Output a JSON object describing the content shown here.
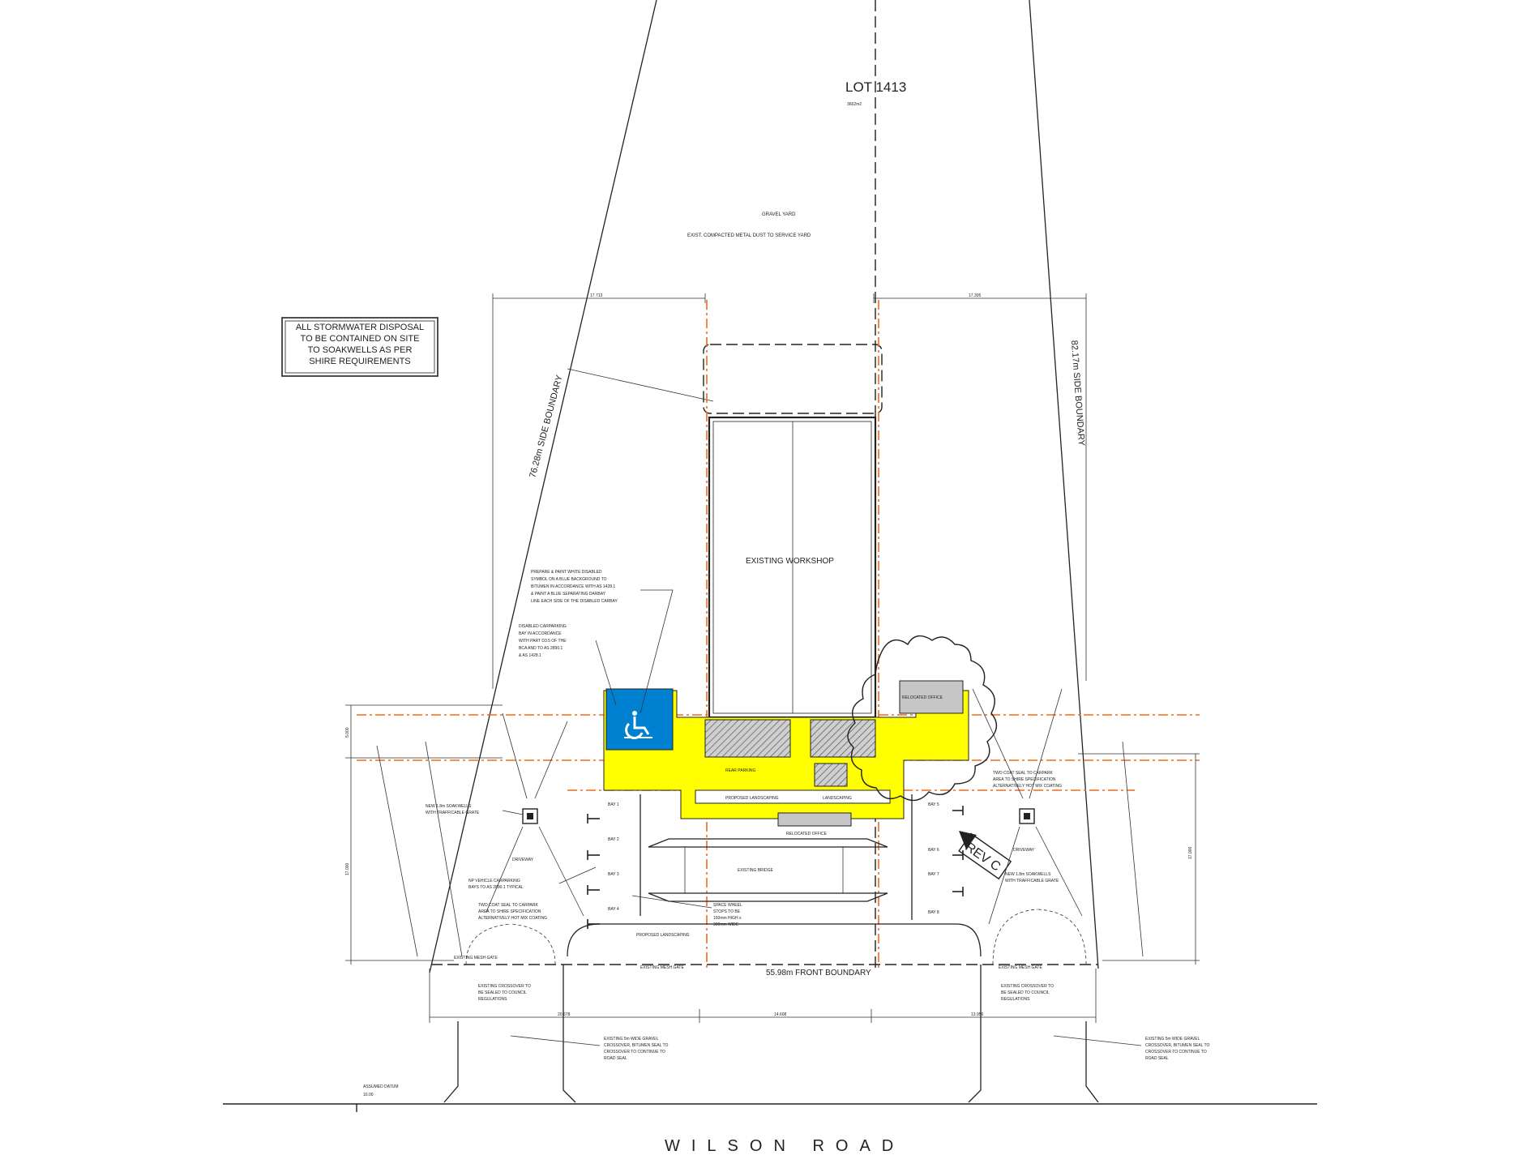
{
  "lot": {
    "number": "LOT 1413",
    "area": "3662m2"
  },
  "yard": {
    "title": "GRAVEL YARD",
    "note": "EXIST. COMPACTED METAL DUST TO SERVICE YARD"
  },
  "stormwater_note": [
    "ALL STORMWATER DISPOSAL",
    "TO BE CONTAINED ON SITE",
    "TO SOAKWELLS AS PER",
    "SHIRE REQUIREMENTS"
  ],
  "workshop": {
    "label": "EXISTING WORKSHOP"
  },
  "boundaries": {
    "west": "76.28m SIDE BOUNDARY",
    "east": "82.17m SIDE BOUNDARY",
    "front": "55.98m FRONT BOUNDARY"
  },
  "road": "WILSON ROAD",
  "rev_tag": "REV C",
  "parking_bays_left": [
    "BAY 1",
    "BAY 2",
    "BAY 3",
    "BAY 4"
  ],
  "parking_bays_right": [
    "BAY 5",
    "BAY 6",
    "BAY 7",
    "BAY 8"
  ],
  "driveway": "DRIVEWAY",
  "labels": {
    "relocated_office": "RELOCATED OFFICE",
    "existing_bridge": "EXISTING BRIDGE",
    "rear_parking": "REAR PARKING",
    "proposed_landscaping": "PROPOSED LANDSCAPING",
    "existing_mesh_gates": "EXISTING MESH GATE",
    "wheel_stops": [
      "SPACE WHEEL",
      "STOPS TO BE",
      "150mm HIGH x",
      "300mm WIDE"
    ]
  },
  "notes": {
    "disabled_symbol": [
      "PREPARE & PAINT WHITE DISABLED",
      "SYMBOL ON A BLUE BACKGROUND TO",
      "BITUMEN IN ACCORDANCE WITH AS 1428.1",
      "& PAINT A BLUE SEPARATING DARBAY",
      "LINE EACH SIDE OF THE DISABLED CARBAY"
    ],
    "disabled_bay": [
      "DISABLED CARPARKING",
      "BAY IN ACCORDANCE",
      "WITH PART D3.5 OF THE",
      "BCA AND TO AS 2890.1",
      "& AS 1428.1"
    ],
    "soakwells_left": [
      "NEW 1.8m SOAKWELLS",
      "WITH TRAFFICABLE GRATE"
    ],
    "soakwells_right": [
      "NEW 1.8m SOAKWELLS",
      "WITH TRAFFICABLE GRATE"
    ],
    "carparking_bays": [
      "NP VEHICLE CARPARKING",
      "BAYS TO AS 2890.1 TYPICAL"
    ],
    "seal_left": [
      "TWO COAT SEAL TO CARPARK",
      "AREA TO SHIRE SPECIFICATION",
      "ALTERNATIVELY HOT MIX COATING"
    ],
    "seal_right": [
      "TWO COAT SEAL TO CARPARK",
      "AREA TO SHIRE SPECIFICATION",
      "ALTERNATIVELY HOT MIX COATING"
    ],
    "crossover_left": [
      "EXISTING CROSSOVER TO",
      "BE SEALED TO COUNCIL",
      "REGULATIONS"
    ],
    "crossover_right": [
      "EXISTING CROSSOVER TO",
      "BE SEALED TO COUNCIL",
      "REGULATIONS"
    ],
    "crossover_mid_left": [
      "EXISTING 5m WIDE GRAVEL",
      "CROSSOVER, BITUMEN SEAL TO",
      "CROSSOVER TO CONTINUE TO",
      "ROAD SEAL"
    ],
    "crossover_mid_right": [
      "EXISTING 5m WIDE GRAVEL",
      "CROSSOVER, BITUMEN SEAL TO",
      "CROSSOVER TO CONTINUE TO",
      "ROAD SEAL"
    ],
    "assumed_datum": [
      "ASSUMED DATUM",
      "10.00"
    ]
  },
  "dimensions": {
    "front_left": "20.678",
    "front_mid": "14.608",
    "front_right": "13.956",
    "top_left": "17.713",
    "top_right": "17.305",
    "left_depth": "17.000",
    "right_depth": "17.000",
    "setback": "5.000"
  },
  "colors": {
    "accent_yellow": "#ffff00",
    "disabled_blue": "#0080d0",
    "setback_orange": "#f26b1d",
    "relocated_grey": "#c6c6c6"
  }
}
